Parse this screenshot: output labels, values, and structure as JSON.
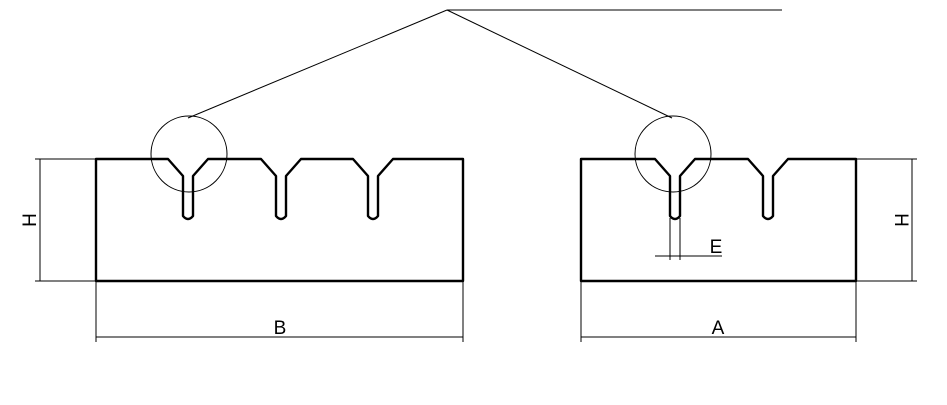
{
  "drawing": {
    "stroke_color": "#000000",
    "background": "#ffffff",
    "labels": {
      "h_left": "H",
      "h_right": "H",
      "b": "B",
      "a": "A",
      "e": "E"
    }
  }
}
